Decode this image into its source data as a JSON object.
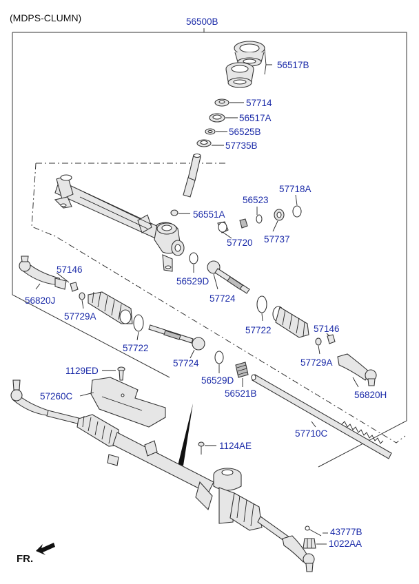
{
  "header": {
    "title": "(MDPS-CLUMN)"
  },
  "assembly": {
    "code": "56500B"
  },
  "parts": {
    "p56517B": "56517B",
    "p57714": "57714",
    "p56517A": "56517A",
    "p56525B": "56525B",
    "p57735B": "57735B",
    "p57718A": "57718A",
    "p56523": "56523",
    "p56551A": "56551A",
    "p57720": "57720",
    "p57737": "57737",
    "p57146_left": "57146",
    "p56820J": "56820J",
    "p57729A_left": "57729A",
    "p56529D_upper": "56529D",
    "p57724_upper": "57724",
    "p57722_left": "57722",
    "p57722_right": "57722",
    "p57146_right": "57146",
    "p57729A_right": "57729A",
    "p57724_lower": "57724",
    "p56529D_lower": "56529D",
    "p56521B": "56521B",
    "p56820H": "56820H",
    "p1129ED": "1129ED",
    "p57260C": "57260C",
    "p57710C": "57710C",
    "p1124AE": "1124AE",
    "p43777B": "43777B",
    "p1022AA": "1022AA"
  },
  "direction": {
    "label": "FR."
  }
}
